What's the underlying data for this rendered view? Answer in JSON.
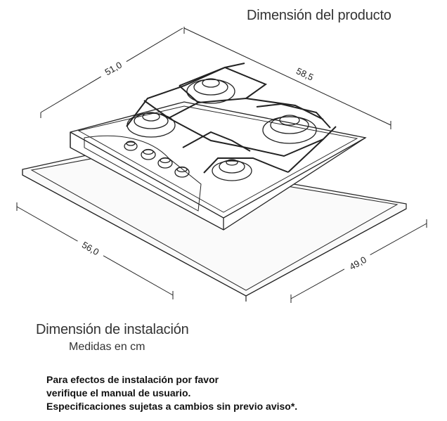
{
  "titles": {
    "product": "Dimensión del producto",
    "installation": "Dimensión de instalación",
    "units": "Medidas en cm"
  },
  "dimensions": {
    "product_width": "51,0",
    "product_depth": "58,5",
    "cutout_width": "56,0",
    "cutout_depth": "49,0"
  },
  "notes": [
    "Para efectos de instalación por favor",
    "verifique el manual de usuario.",
    "Especificaciones sujetas a cambios sin previo aviso*."
  ]
}
